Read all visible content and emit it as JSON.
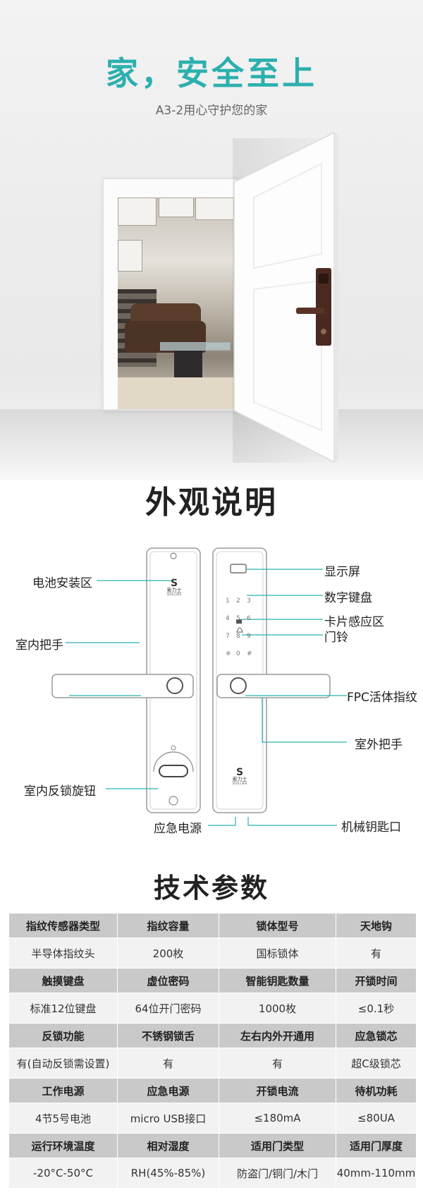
{
  "hero": {
    "title": "家，安全至上",
    "subtitle": "A3-2用心守护您的家"
  },
  "appearance": {
    "title": "外观说明",
    "callouts": {
      "battery_area": "电池安装区",
      "indoor_handle": "室内把手",
      "indoor_knob": "室内反锁旋钮",
      "display": "显示屏",
      "keypad": "数字键盘",
      "card_sensor": "卡片感应区",
      "doorbell": "门铃",
      "fingerprint": "FPC活体指纹",
      "outdoor_handle": "室外把手",
      "emergency_power": "应急电源",
      "mechanical_keyhole": "机械钥匙口"
    },
    "keypad_keys": [
      "1",
      "2",
      "3",
      "4",
      "5",
      "6",
      "7",
      "8",
      "9",
      "※",
      "0",
      "#"
    ],
    "brand_name": "索力士",
    "brand_sub": "SOULLISHI"
  },
  "specs": {
    "title": "技术参数",
    "rows": [
      {
        "headers": [
          "指纹传感器类型",
          "指纹容量",
          "锁体型号",
          "天地钩"
        ],
        "values": [
          "半导体指纹头",
          "200枚",
          "国标锁体",
          "有"
        ]
      },
      {
        "headers": [
          "触摸键盘",
          "虚位密码",
          "智能钥匙数量",
          "开锁时间"
        ],
        "values": [
          "标准12位键盘",
          "64位开门密码",
          "1000枚",
          "≤0.1秒"
        ]
      },
      {
        "headers": [
          "反锁功能",
          "不锈钢锁舌",
          "左右内外开通用",
          "应急锁芯"
        ],
        "values": [
          "有(自动反锁需设置)",
          "有",
          "有",
          "超C级锁芯"
        ]
      },
      {
        "headers": [
          "工作电源",
          "应急电源",
          "开锁电流",
          "待机功耗"
        ],
        "values": [
          "4节5号电池",
          "micro USB接口",
          "≤180mA",
          "≤80UA"
        ]
      },
      {
        "headers": [
          "运行环境温度",
          "相对湿度",
          "适用门类型",
          "适用门厚度"
        ],
        "values": [
          "-20°C-50°C",
          "RH(45%-85%)",
          "防盗门/铜门/木门",
          "40mm-110mm"
        ]
      }
    ]
  },
  "colors": {
    "accent": "#2bb0ae",
    "lock_bronze": "#4a2a20",
    "table_header": "#c9c9c9",
    "table_value": "#f2f2f2"
  }
}
